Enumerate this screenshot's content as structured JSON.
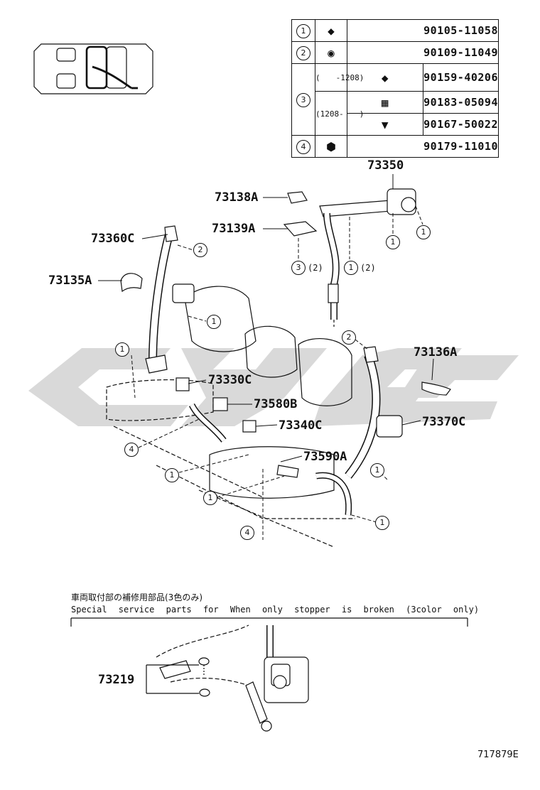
{
  "fasteners": [
    {
      "num": "1",
      "icon": "bolt-icon",
      "part": "90105-11058"
    },
    {
      "num": "2",
      "icon": "bolt-washer-icon",
      "part": "90109-11049"
    },
    {
      "num": "3",
      "variants": [
        {
          "range": "(　　-1208)",
          "icon": "bolt-icon",
          "part": "90159-40206"
        },
        {
          "range": "(1208-　　)",
          "icon": "clip-nut-icon",
          "part": "90183-05094"
        },
        {
          "range": "",
          "icon": "screw-icon",
          "part": "90167-50022"
        }
      ]
    },
    {
      "num": "4",
      "icon": "nut-icon",
      "part": "90179-11010"
    }
  ],
  "callouts": {
    "c73350": "73350",
    "c73138a": "73138A",
    "c73139a": "73139A",
    "c73360c": "73360C",
    "c73135a": "73135A",
    "c73136a": "73136A",
    "c73330c": "73330C",
    "c73580b": "73580B",
    "c73340c": "73340C",
    "c73370c": "73370C",
    "c73590a": "73590A",
    "c73219": "73219"
  },
  "refs": {
    "r1": "1",
    "r2": "2",
    "r3": "3",
    "r4": "4",
    "qty2": "(2)"
  },
  "notes": {
    "japanese": "車両取付部の補修用部品(3色のみ)",
    "english": "Special service parts for When only stopper is broken (3color only)",
    "figure_id": "717879E"
  },
  "colors": {
    "line": "#111111",
    "watermark": "#d9d9d9"
  }
}
